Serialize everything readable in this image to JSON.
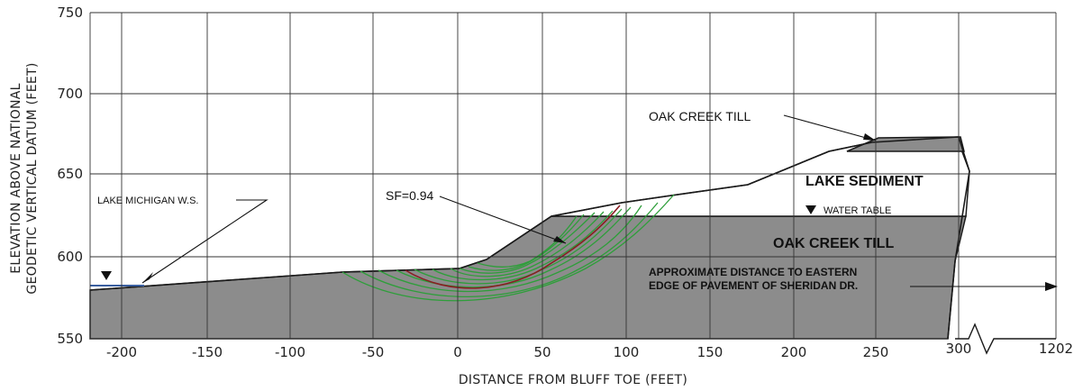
{
  "axes": {
    "x_title": "DISTANCE FROM BLUFF TOE (FEET)",
    "y_title_line1": "ELEVATION ABOVE NATIONAL",
    "y_title_line2": "GEODETIC VERTICAL DATUM (FEET)",
    "x_ticks": [
      "-200",
      "-150",
      "-100",
      "-50",
      "0",
      "50",
      "100",
      "150",
      "200",
      "250",
      "300",
      "1202"
    ],
    "y_ticks": [
      "750",
      "700",
      "650",
      "600",
      "550"
    ]
  },
  "labels": {
    "lake_ws": "LAKE MICHIGAN W.S.",
    "sf": "SF=0.94",
    "oak_creek_till_top": "OAK CREEK TILL",
    "lake_sediment": "LAKE SEDIMENT",
    "water_table": "WATER TABLE",
    "oak_creek_till_main": "OAK CREEK TILL",
    "pavement_line1": "APPROXIMATE DISTANCE TO EASTERN",
    "pavement_line2": "EDGE OF PAVEMENT OF SHERIDAN DR."
  },
  "colors": {
    "till_fill": "#8c8c8c",
    "sediment_fill": "#ffffff",
    "grid": "#333333",
    "failure_surfaces": "#2e9e3a",
    "critical_surface": "#8a1c22",
    "water": "#3a5fa0"
  }
}
